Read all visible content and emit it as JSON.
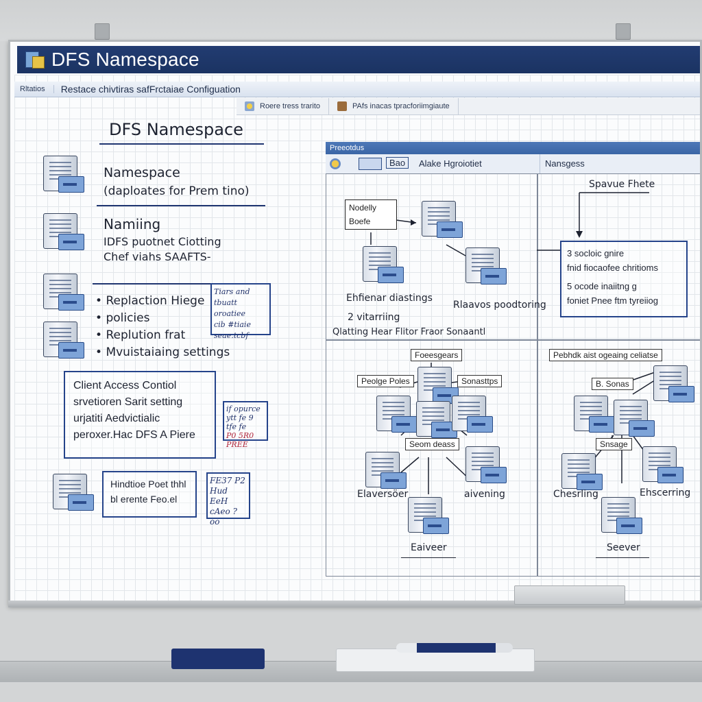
{
  "window": {
    "title": "DFS Namespace"
  },
  "menubar": {
    "item1": "Rltatios",
    "item2": "Restace chivtiras safFrctaiae Configuation"
  },
  "toolbar": {
    "item1": "Roere tress trarito",
    "item2": "PAfs inacas tpracforiimgiaute"
  },
  "left": {
    "heading": "DFS Namespace",
    "namespace": {
      "title": "Namespace",
      "subtitle": "(daploates for Prem tino)"
    },
    "naming": {
      "title": "Namiing",
      "line1": "IDFS puotnet Ciotting",
      "line2": "Chef viahs SAAFTS-"
    },
    "replication": {
      "bullets": [
        "Replaction Hiege",
        "policies",
        "Replution frat",
        "Mvuistaiaing settings"
      ]
    },
    "note1": {
      "lines": [
        "Tiars and",
        "tbuatt oroatiee",
        "cib #tiaie",
        "seae.tcbf"
      ]
    },
    "client": {
      "lines": [
        "Client Access Contiol",
        "srvetioren Sarit setting",
        "urjatiti Aedvictialic",
        "peroxer.Hac DFS A Piere"
      ]
    },
    "note2": {
      "lines": [
        "if opurce",
        "ytt fe 9",
        "tfe fe",
        "P0 5R0 PREE"
      ]
    },
    "bottom_box": {
      "lines": [
        "Hindtioe Poet thhl",
        "bl erente Feo.el"
      ]
    },
    "note3": {
      "lines": [
        "FE37 P2",
        "Hud EeH",
        "cAeo ?",
        "oo"
      ]
    }
  },
  "right": {
    "header_bar": {
      "title": "Preeotdus"
    },
    "tab_row": {
      "icon_label": "Bao",
      "title": "Alake Hgroiotiet",
      "right": "Nansgess"
    },
    "top_left": {
      "box_label": [
        "Nodelly",
        "Boefe"
      ],
      "label_a": "Ehfienar diastings",
      "label_b": "Rlaavos poodtoring",
      "footer1": "2 vitarriing",
      "footer2": "Qlatting Hear Flitor Fraor Sonaantl"
    },
    "top_right": {
      "label": "Spavue Fhete",
      "line1": "3 socloic gnire",
      "line2": "fnid fiocaofee chritioms",
      "line3": "5 ocode inaiitng g",
      "line4": "foniet Pnee ftm tyreiiog"
    },
    "bottom_left": {
      "top_label": "Foeesgears",
      "left_label": "Peolge Poles",
      "right_label": "Sonasttps",
      "mid_label": "Seom deass",
      "l1": "Elaversöer",
      "l2": "aivening",
      "l3": "Eaiveer"
    },
    "bottom_right": {
      "top_label": "Pebhdk aist ogeaing celiatse",
      "b_label": "B. Sonas",
      "mid_label": "Snsage",
      "l1": "Chesrling",
      "l2": "Ehscerring",
      "l3": "Seever"
    }
  }
}
